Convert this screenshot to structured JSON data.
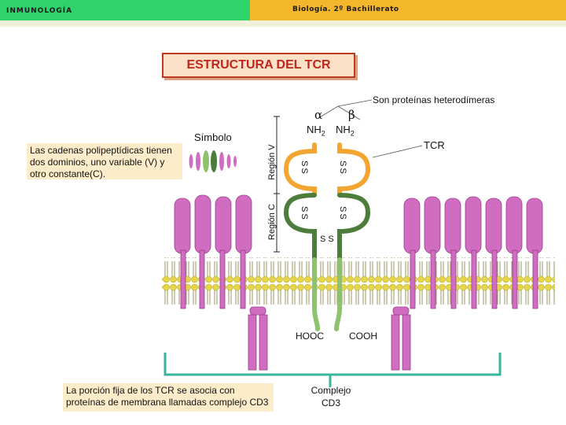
{
  "header": {
    "subject": "INMUNOLOGÍA",
    "course": "Biología. 2º Bachillerato"
  },
  "title": "ESTRUCTURA DEL TCR",
  "labels": {
    "heterodimers": "Son proteínas heterodímeras",
    "alpha": "α",
    "beta": "β",
    "nh2_left": "NH",
    "nh2_right": "NH",
    "subscript": "2",
    "tcr": "TCR",
    "symbol": "Símbolo",
    "region_v": "Región V",
    "region_c": "Región C",
    "ss_1": "SS",
    "ss_2": "SS",
    "ss_3": "SS",
    "ss_4": "SS",
    "ss_5": "SS",
    "hooc": "HOOC",
    "cooh": "COOH",
    "cd3": "Complejo CD3"
  },
  "notes": {
    "chains": "Las cadenas polipeptídicas tienen dos dominios, uno variable (V) y otro constante(C).",
    "cd3_association": "La porción fija de los TCR se asocia con proteínas de membrana llamadas complejo CD3"
  },
  "colors": {
    "header_green": "#2fd36b",
    "header_orange": "#f4b62a",
    "title_red": "#c0271a",
    "variable_domain": "#f2a531",
    "constant_domain": "#4d7d3a",
    "lipid_heads": "#e5d54a",
    "membrane_protein": "#d06dc1",
    "bracket": "#38b6a0"
  }
}
